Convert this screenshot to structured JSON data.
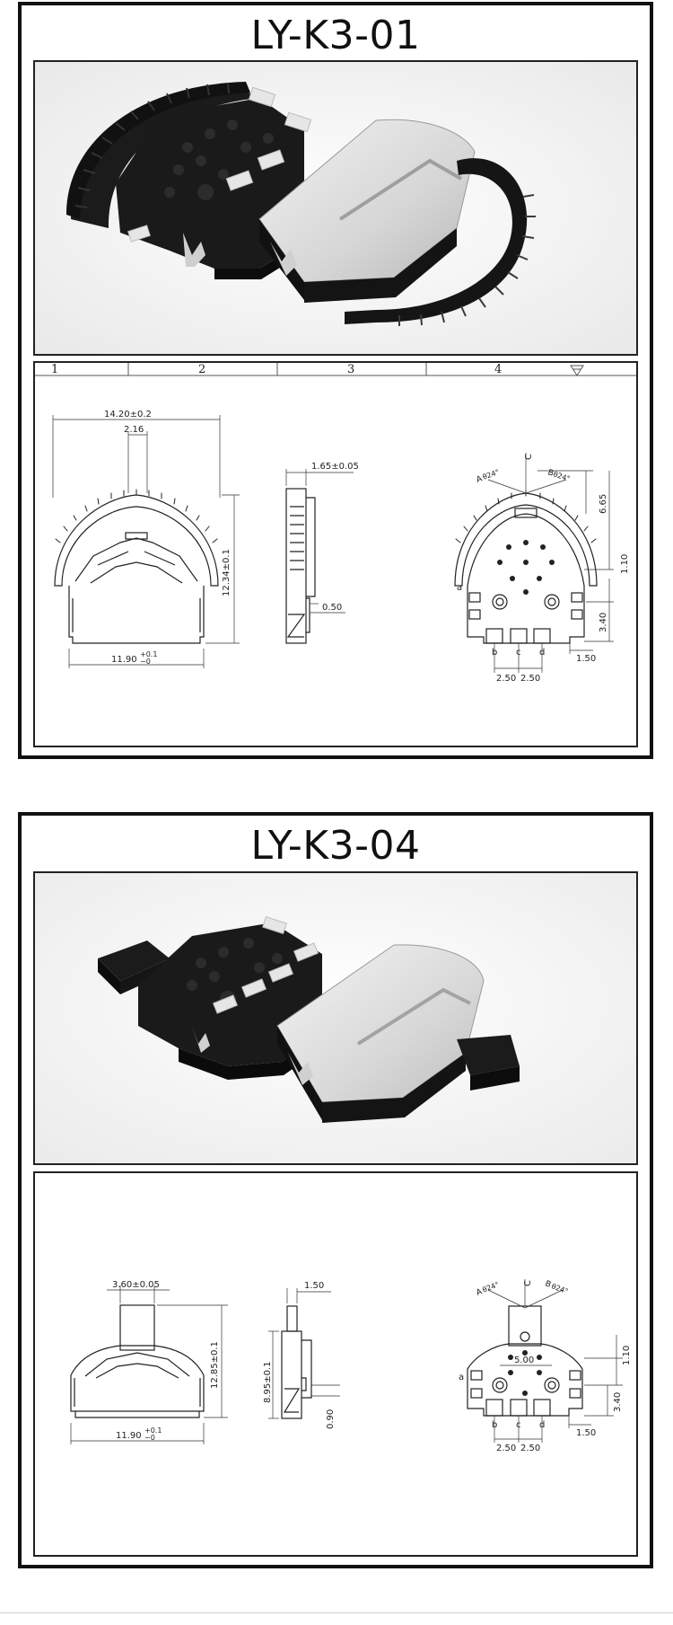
{
  "products": [
    {
      "title": "LY-K3-01",
      "ruler_labels": [
        "1",
        "2",
        "3",
        "4"
      ],
      "dims": {
        "width": "14.20±0.2",
        "notch": "2.16",
        "height": "12.34±0.1",
        "base_main": "11.90",
        "base_tol_up": "+0.1",
        "base_tol_down": "−0",
        "side_thickness": "1.65±0.05",
        "side_gap": "0.50",
        "angle_left": "θ24°",
        "angle_right": "θ24°",
        "center_mark": "C",
        "pos_a": "A",
        "pos_b": "B",
        "r1": "6.65",
        "r2": "1.10",
        "r3": "3.40",
        "p1": "1.50",
        "p2": "2.50",
        "p3": "2.50",
        "pin_a": "a",
        "pin_b": "b",
        "pin_c": "c",
        "pin_d": "d"
      }
    },
    {
      "title": "LY-K3-04",
      "dims": {
        "knob_width": "3.60±0.05",
        "height": "12.85±0.1",
        "base_main": "11.90",
        "base_tol_up": "+0.1",
        "base_tol_down": "−0",
        "side_top": "1.50",
        "side_height": "8.95±0.1",
        "side_gap": "0.90",
        "angle_left": "θ24°",
        "angle_right": "θ24°",
        "center_mark": "C",
        "pos_a": "A",
        "pos_b": "B",
        "hole_spacing": "5.00",
        "r2": "1.10",
        "r3": "3.40",
        "p1": "1.50",
        "p2": "2.50",
        "p3": "2.50",
        "pin_a": "a",
        "pin_b": "b",
        "pin_c": "c",
        "pin_d": "d"
      }
    }
  ]
}
